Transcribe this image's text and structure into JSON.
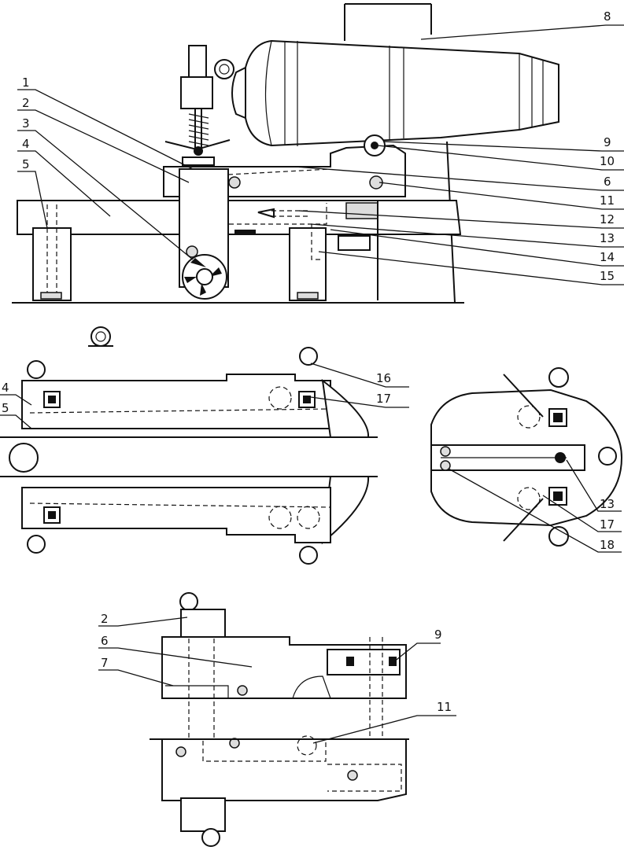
{
  "views": {
    "side_view": {
      "labels_left": [
        "1",
        "2",
        "3",
        "4",
        "5"
      ],
      "labels_right": [
        "8",
        "9",
        "10",
        "6",
        "11",
        "12",
        "13",
        "14",
        "15"
      ]
    },
    "plan_view": {
      "labels_left": [
        "4",
        "5"
      ],
      "labels_right": [
        "16",
        "17"
      ]
    },
    "front_view": {
      "labels": [
        "13",
        "17",
        "18"
      ]
    },
    "detail_view": {
      "labels_left": [
        "2",
        "6",
        "7"
      ],
      "labels_right": [
        "9",
        "11"
      ]
    }
  }
}
